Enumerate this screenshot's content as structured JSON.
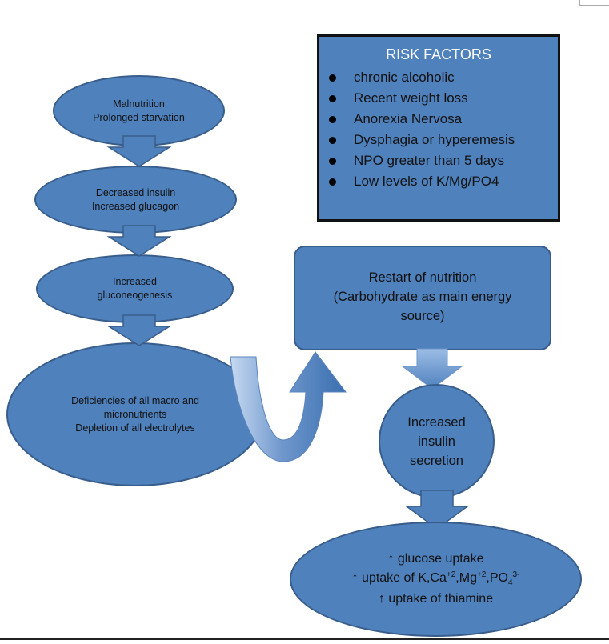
{
  "left_chain": [
    {
      "lines": [
        "Malnutrition",
        "Prolonged starvation"
      ]
    },
    {
      "lines": [
        "Decreased  insulin",
        "Increased glucagon"
      ]
    },
    {
      "lines": [
        "Increased",
        "gluconeogenesis"
      ]
    },
    {
      "lines": [
        "Deficiencies of all macro and",
        "micronutrients",
        "Depletion of all electrolytes"
      ]
    }
  ],
  "risk_factors": {
    "title": "RISK FACTORS",
    "items": [
      "chronic alcoholic",
      "Recent weight loss",
      "Anorexia Nervosa",
      "Dysphagia or hyperemesis",
      "NPO greater than 5 days",
      "Low  levels of K/Mg/PO4"
    ]
  },
  "restart": {
    "lines": [
      "Restart of nutrition",
      "(Carbohydrate as main energy",
      "source)"
    ]
  },
  "insulin": {
    "lines": [
      "Increased",
      "insulin",
      "secretion"
    ]
  },
  "uptake": {
    "line1": "↑ glucose uptake",
    "line2_prefix": "↑ uptake of K,Ca",
    "ca_sup": "+2",
    "mg": ",Mg",
    "mg_sup": "+2",
    "po": ",PO",
    "po_sub": "4",
    "po_sup": "3-",
    "line3": "↑ uptake of thiamine"
  },
  "colors": {
    "shape_fill": "#4f81bd",
    "shape_border": "#385d8a",
    "arrow_fill": "#4f81bd",
    "curve_light": "#c6d9f1"
  }
}
